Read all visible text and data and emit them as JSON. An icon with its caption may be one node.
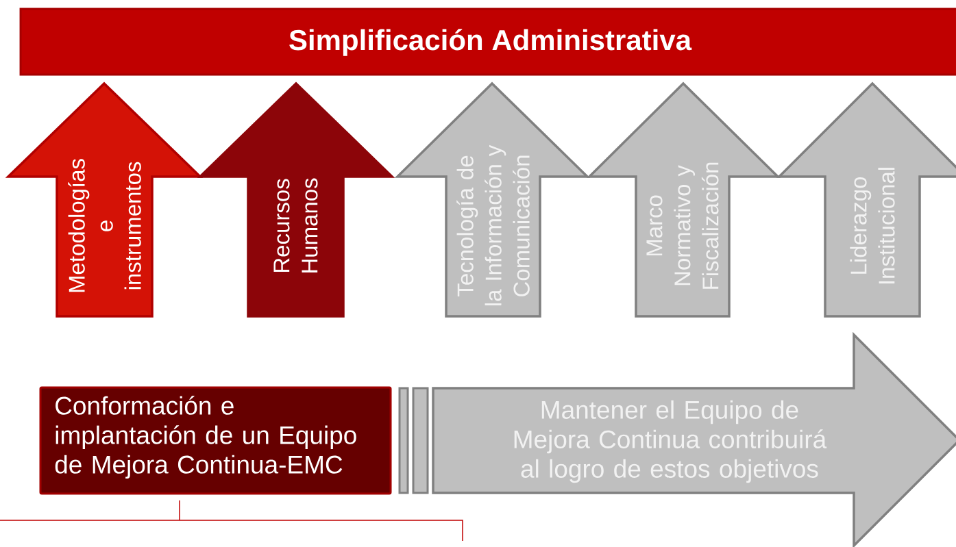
{
  "diagram": {
    "nodes": [
      {
        "text": [
          "Simplificación Administrativa"
        ]
      },
      {
        "text": [
          "Metodologías e instrumentos"
        ]
      },
      {
        "text": [
          "Recursos Humanos"
        ]
      },
      {
        "text": [
          "Tecnología de la Información y Comunicación"
        ]
      },
      {
        "text": [
          "Marco Normativo y Fiscalización"
        ]
      },
      {
        "text": [
          "Liderazgo Institucional"
        ]
      },
      {
        "text": [
          "Conformación e implantación de un Equipo de Mejora Continua-EMC"
        ]
      },
      {
        "text": [
          "Mantener el Equipo de Mejora Continua contribuirá al logro de estos objetivos"
        ]
      }
    ]
  }
}
